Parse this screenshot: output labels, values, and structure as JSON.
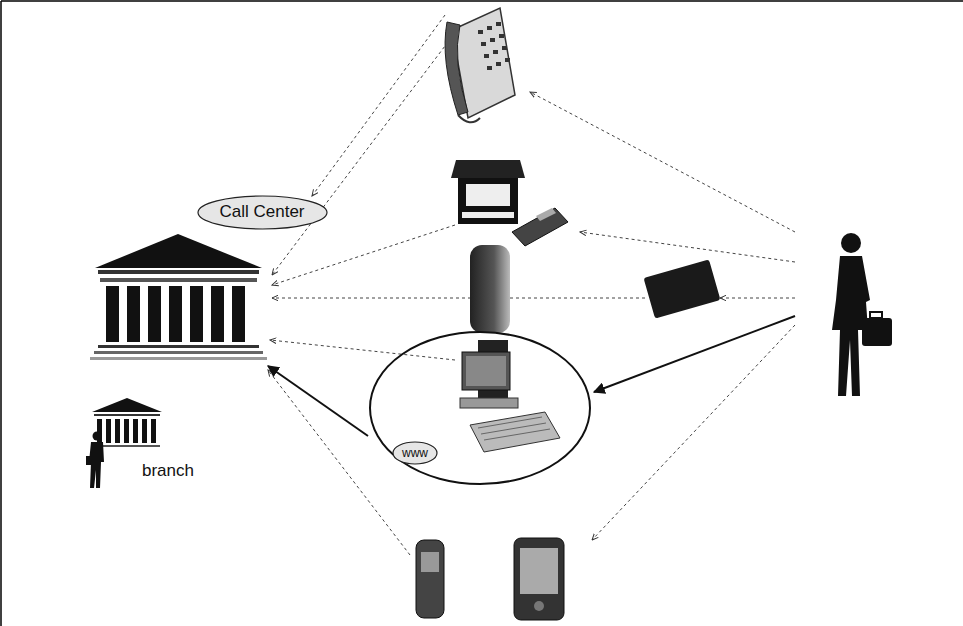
{
  "diagram": {
    "nodes": [
      {
        "text": [
          "Call Center"
        ]
      },
      {
        "text": [
          "www"
        ]
      }
    ],
    "labels": [
      "branch"
    ]
  }
}
